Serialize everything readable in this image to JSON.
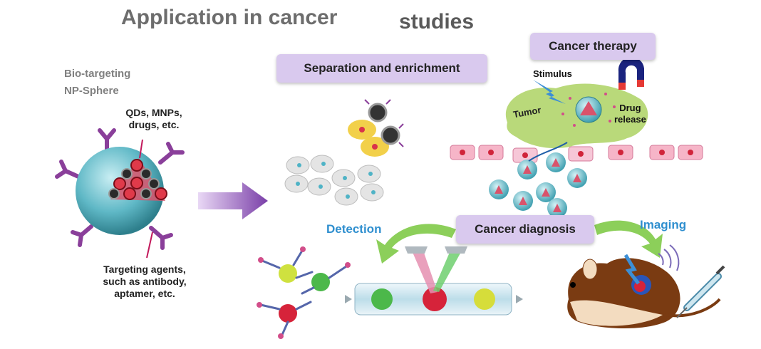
{
  "title": {
    "part1": "Application in cancer",
    "part2": "studies"
  },
  "nanosphere": {
    "label_line1": "Bio-targeting",
    "label_line2": "NP-Sphere",
    "payload_line1": "QDs, MNPs,",
    "payload_line2": "drugs, etc.",
    "agents_line1": "Targeting agents,",
    "agents_line2": "such as antibody,",
    "agents_line3": "aptamer, etc."
  },
  "sections": {
    "separation": "Separation and enrichment",
    "therapy": "Cancer therapy",
    "diagnosis": "Cancer diagnosis"
  },
  "therapy_labels": {
    "stimulus": "Stimulus",
    "tumor": "Tumor",
    "drug1": "Drug",
    "drug2": "release"
  },
  "diagnosis_labels": {
    "detection": "Detection",
    "imaging": "Imaging"
  },
  "colors": {
    "sphere": "#5fb8c6",
    "antibody": "#8a3f9a",
    "tumor": "#b9d97a",
    "box": "#d9c9ee",
    "accent_blue": "#2f8fcf",
    "arrow_green": "#8ccf5a"
  }
}
